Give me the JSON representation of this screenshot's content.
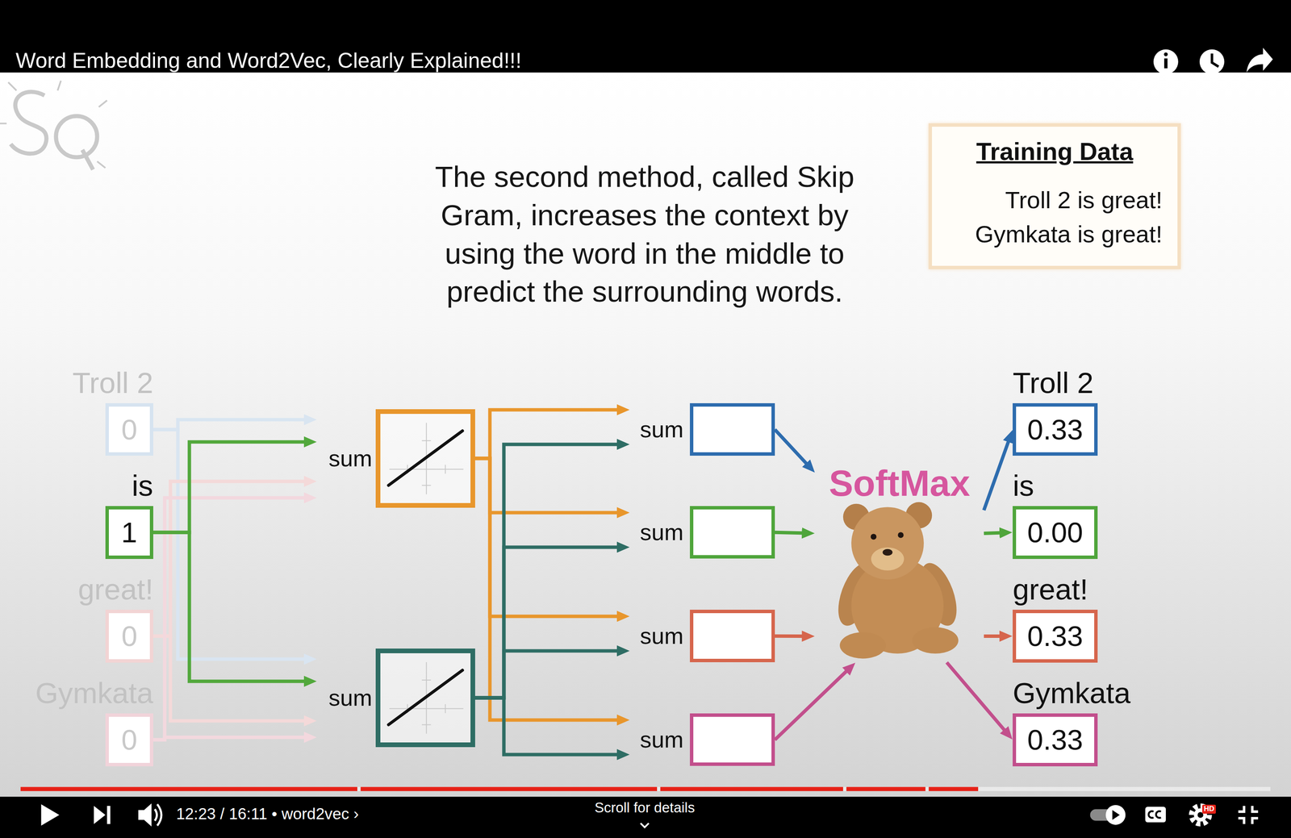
{
  "diagram": {
    "title": "Word Embedding and Word2Vec, Clearly Explained!!!",
    "nodes": [
      {
        "text": [
          "Training Data",
          "Troll 2 is great! Gymkata is great!"
        ]
      },
      {
        "text": [
          "Troll 2",
          "0"
        ]
      },
      {
        "text": [
          "is",
          "1"
        ]
      },
      {
        "text": [
          "great!",
          "0"
        ]
      },
      {
        "text": [
          "Gymkata",
          "0"
        ]
      },
      {
        "text": [
          "sum"
        ]
      },
      {
        "text": [
          "sum"
        ]
      },
      {
        "text": [
          "sum"
        ]
      },
      {
        "text": [
          "sum"
        ]
      },
      {
        "text": [
          "sum"
        ]
      },
      {
        "text": [
          "sum"
        ]
      },
      {
        "text": [
          "SoftMax"
        ]
      },
      {
        "text": [
          "Troll 2",
          "0.33"
        ]
      },
      {
        "text": [
          "is",
          "0.00"
        ]
      },
      {
        "text": [
          "great!",
          "0.33"
        ]
      },
      {
        "text": [
          "Gymkata",
          "0.33"
        ]
      }
    ],
    "edges": [
      {
        "from": 1,
        "to": 5,
        "arrow": "to"
      },
      {
        "from": 1,
        "to": 6,
        "arrow": "to"
      },
      {
        "from": 2,
        "to": 5,
        "arrow": "to"
      },
      {
        "from": 2,
        "to": 6,
        "arrow": "to"
      },
      {
        "from": 3,
        "to": 5,
        "arrow": "to"
      },
      {
        "from": 3,
        "to": 6,
        "arrow": "to"
      },
      {
        "from": 4,
        "to": 5,
        "arrow": "to"
      },
      {
        "from": 4,
        "to": 6,
        "arrow": "to"
      },
      {
        "from": 5,
        "to": 7,
        "arrow": "to"
      },
      {
        "from": 5,
        "to": 8,
        "arrow": "to"
      },
      {
        "from": 5,
        "to": 9,
        "arrow": "to"
      },
      {
        "from": 5,
        "to": 10,
        "arrow": "to"
      },
      {
        "from": 6,
        "to": 7,
        "arrow": "to"
      },
      {
        "from": 6,
        "to": 8,
        "arrow": "to"
      },
      {
        "from": 6,
        "to": 9,
        "arrow": "to"
      },
      {
        "from": 6,
        "to": 10,
        "arrow": "to"
      },
      {
        "from": 7,
        "to": 11,
        "arrow": "to"
      },
      {
        "from": 8,
        "to": 11,
        "arrow": "to"
      },
      {
        "from": 9,
        "to": 11,
        "arrow": "to"
      },
      {
        "from": 10,
        "to": 11,
        "arrow": "to"
      },
      {
        "from": 11,
        "to": 12,
        "arrow": "to"
      },
      {
        "from": 11,
        "to": 13,
        "arrow": "to"
      },
      {
        "from": 11,
        "to": 14,
        "arrow": "to"
      },
      {
        "from": 11,
        "to": 15,
        "arrow": "to"
      }
    ],
    "labels": [
      "The second method, called Skip Gram, increases the context by using the word in the middle to predict the surrounding words.",
      "12:23 / 16:11 • word2vec ›",
      "Scroll for details",
      "HD"
    ]
  }
}
